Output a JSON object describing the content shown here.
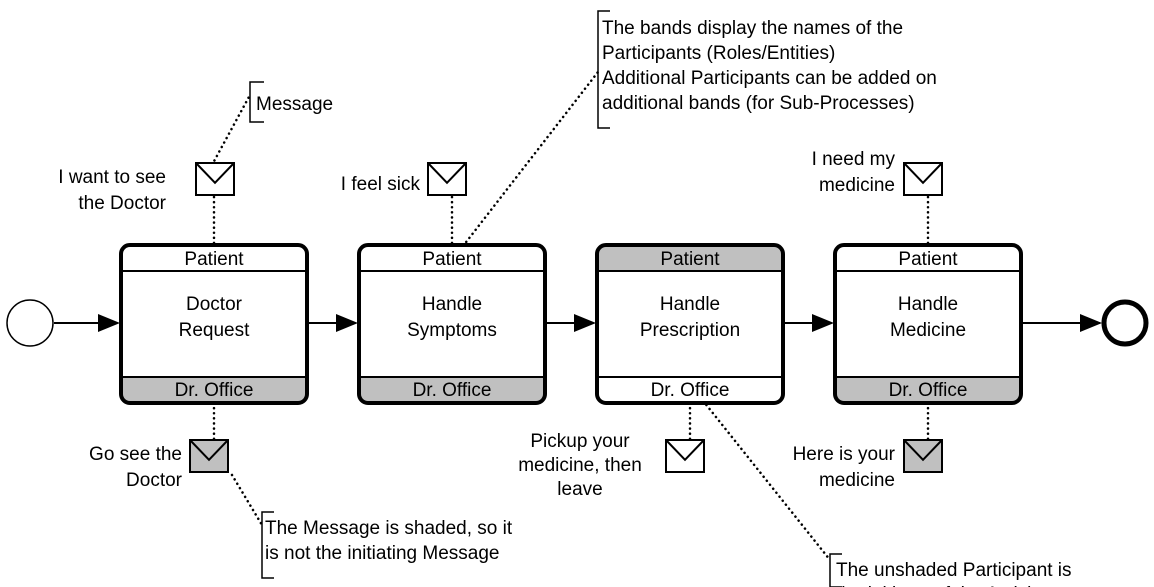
{
  "colors": {
    "shaded": "#c0c0c0",
    "unshaded": "#ffffff",
    "stroke": "#000000"
  },
  "activities": [
    {
      "top": "Patient",
      "name_lines": [
        "Doctor",
        "Request"
      ],
      "bottom": "Dr. Office",
      "top_shaded": false,
      "bottom_shaded": true
    },
    {
      "top": "Patient",
      "name_lines": [
        "Handle",
        "Symptoms"
      ],
      "bottom": "Dr. Office",
      "top_shaded": false,
      "bottom_shaded": true
    },
    {
      "top": "Patient",
      "name_lines": [
        "Handle",
        "Prescription"
      ],
      "bottom": "Dr. Office",
      "top_shaded": true,
      "bottom_shaded": false
    },
    {
      "top": "Patient",
      "name_lines": [
        "Handle",
        "Medicine"
      ],
      "bottom": "Dr. Office",
      "top_shaded": false,
      "bottom_shaded": true
    }
  ],
  "messages": [
    {
      "label_lines": [
        "I want to see",
        "the Doctor"
      ],
      "shaded": false
    },
    {
      "label_lines": [
        "I feel sick"
      ],
      "shaded": false
    },
    {
      "label_lines": [
        "I need my",
        "medicine"
      ],
      "shaded": false
    },
    {
      "label_lines": [
        "Go see the",
        "Doctor"
      ],
      "shaded": true
    },
    {
      "label_lines": [
        "Pickup your",
        "medicine, then",
        "leave"
      ],
      "shaded": false
    },
    {
      "label_lines": [
        "Here is your",
        "medicine"
      ],
      "shaded": true
    }
  ],
  "annotations": [
    {
      "lines": [
        "Message"
      ]
    },
    {
      "lines": [
        "The bands display the names of the",
        "Participants (Roles/Entities)",
        "Additional Participants can be added on",
        "additional bands (for Sub-Processes)"
      ]
    },
    {
      "lines": [
        "The Message is shaded, so it",
        "is not the initiating Message"
      ]
    },
    {
      "lines": [
        "The unshaded Participant is",
        "the initiator of the Activity"
      ]
    }
  ],
  "events": [
    {
      "kind": "start-event"
    },
    {
      "kind": "end-event"
    }
  ]
}
